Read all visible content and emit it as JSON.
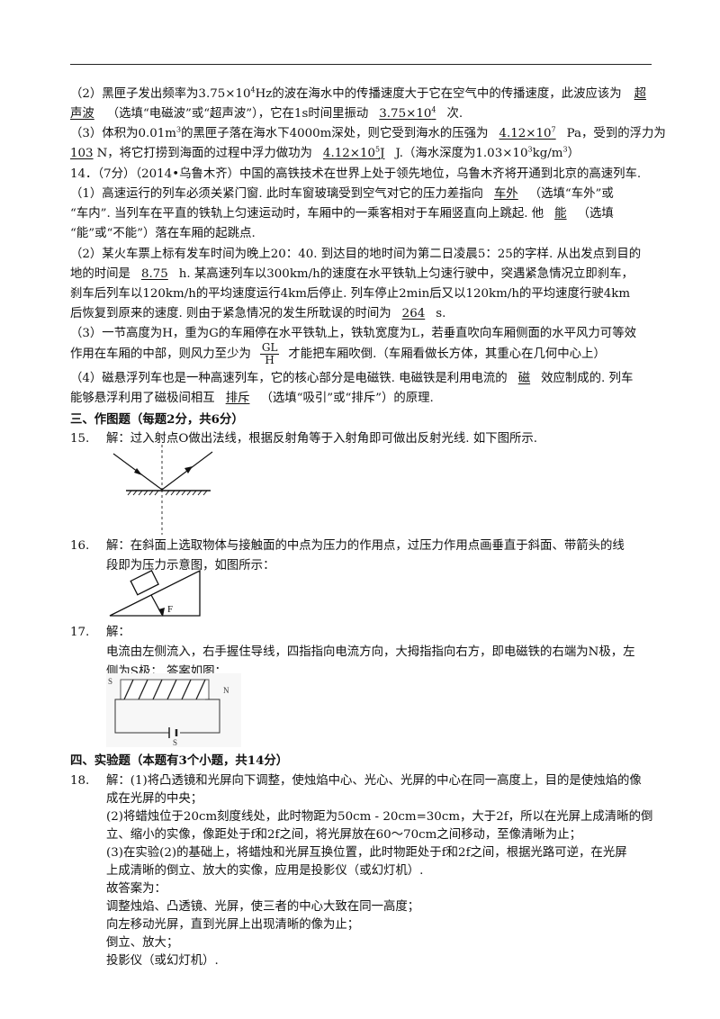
{
  "q13": {
    "p2_a": "（2）黑匣子发出频率为3.75×10",
    "p2_exp": "4",
    "p2_b": "Hz的波在海水中的传播速度大于它在空气中的传播速度，此波应该为",
    "p2_ans1a": "超",
    "p2_ans1b": "声波",
    "p2_c": "（选填“电磁波”或“超声波”），它在1s时间里振动",
    "p2_ans2": "3.75×10",
    "p2_ans2_exp": "4",
    "p2_d": "次.",
    "p3_a": "（3）体积为0.01m",
    "p3_exp": "3",
    "p3_b": "的黑匣子落在海水下4000m深处，则它受到海水的压强为",
    "p3_ans1": "4.12×10",
    "p3_ans1_exp": "7",
    "p3_c": "Pa，受到的浮力为",
    "p3_ans2": "103",
    "p3_d": "N，将它打捞到海面的过程中浮力做功为",
    "p3_ans3": "4.12×10",
    "p3_ans3_exp": "5",
    "p3_ans3_unit": "J",
    "p3_e": "J.（海水深度为1.03×10",
    "p3_e_exp": "3",
    "p3_f": "kg/m",
    "p3_f_exp": "3",
    "p3_g": "）"
  },
  "q14": {
    "head": "14．（7分）（2014•乌鲁木齐）中国的高铁技术在世界上处于领先地位，乌鲁木齐将开通到北京的高速列车.",
    "p1_a": "（1）高速运行的列车必须关紧门窗. 此时车窗玻璃受到空气对它的压力差指向",
    "p1_ans1": "车外",
    "p1_b": "（选填“车外”或",
    "p1_c": "“车内”. 当列车在平直的铁轨上匀速运动时，车厢中的一乘客相对于车厢竖直向上跳起. 他",
    "p1_ans2": "能",
    "p1_d": "（选填",
    "p1_e": "“能”或“不能”）落在车厢的起跳点.",
    "p2_a": "（2）某火车票上标有发车时间为晚上20：40. 到达目的地时间为第二日凌晨5：25的字样. 从出发点到目的",
    "p2_b": "地的时间是",
    "p2_ans1": "8.75",
    "p2_c": "h. 某高速列车以300km/h的速度在水平铁轨上匀速行驶中，突遇紧急情况立即刹车，",
    "p2_d": "刹车后列车以120km/h的平均速度运行4km后停止. 列车停止2min后又以120km/h的平均速度行驶4km",
    "p2_e": "后恢复到原来的速度. 则由于紧急情况的发生所耽误的时间为",
    "p2_ans2": "264",
    "p2_f": "s.",
    "p3_a": "（3）一节高度为H，重为G的车厢停在水平铁轨上，铁轨宽度为L，若垂直吹向车厢侧面的水平风力可等效",
    "p3_b": "作用在车厢的中部，则风力至少为",
    "p3_num": "GL",
    "p3_den": "H",
    "p3_c": "才能把车厢吹倒.（车厢看做长方体，其重心在几何中心上）",
    "p4_a": "（4）磁悬浮列车也是一种高速列车，它的核心部分是电磁铁. 电磁铁是利用电流的",
    "p4_ans1": "磁",
    "p4_b": "效应制成的. 列车",
    "p4_c": "能够悬浮利用了磁极间相互",
    "p4_ans2": "排斥",
    "p4_d": "（选填“吸引”或“排斥”）的原理."
  },
  "sec3": {
    "title": "三、作图题（每题2分，共6分）"
  },
  "q15": {
    "num": "15.",
    "text": "解：过入射点O做出法线，根据反射角等于入射角即可做出反射光线. 如下图所示."
  },
  "q16": {
    "num": "16.",
    "text1": "解：在斜面上选取物体与接触面的中点为压力的作用点，过压力作用点画垂直于斜面、带箭头的线",
    "text2": "段即为压力示意图，如图所示：",
    "force_label": "F"
  },
  "q17": {
    "num": "17.",
    "text0": "解：",
    "text1": "电流由左侧流入，右手握住导线，四指指向电流方向，大拇指指向右方，即电磁铁的右端为N极，左",
    "text2": "侧为S极；  答案如图：",
    "label_s": "S",
    "label_n": "N",
    "label_s2": "S"
  },
  "sec4": {
    "title": "四、实验题（本题有3个小题，共14分）"
  },
  "q18": {
    "num": "18.",
    "l1": "解：(1)将凸透镜和光屏向下调整，使烛焰中心、光心、光屏的中心在同一高度上，目的是使烛焰的像",
    "l2": "成在光屏的中央；",
    "l3": "(2)将蜡烛位于20cm刻度线处，此时物距为50cm - 20cm=30cm，大于2f，所以在光屏上成清晰的倒",
    "l4": "立、缩小的实像，像距处于f和2f之间，将光屏放在60～70cm之间移动，至像清晰为止；",
    "l5": "(3)在实验(2)的基础上，将蜡烛和光屏互换位置，此时物距处于f和2f之间，根据光路可逆，在光屏",
    "l6": "上成清晰的倒立、放大的实像，应用是投影仪（或幻灯机）.",
    "l7": "故答案为：",
    "l8": "调整烛焰、凸透镜、光屏，使三者的中心大致在同一高度；",
    "l9": "向左移动光屏，直到光屏上出现清晰的像为止；",
    "l10": "倒立、放大；",
    "l11": "投影仪（或幻灯机）."
  }
}
